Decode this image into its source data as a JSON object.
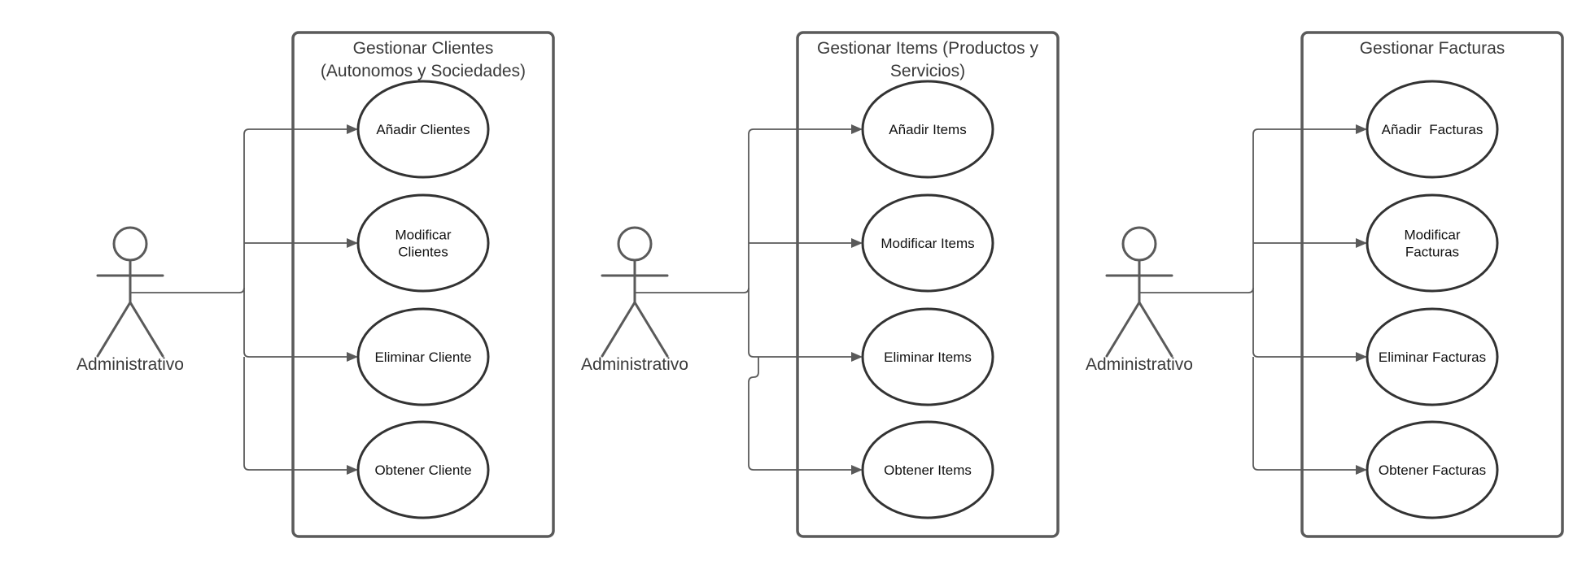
{
  "diagram": {
    "colors": {
      "line": "#5a5a5a",
      "ellipse_stroke": "#333333",
      "text": "#3a3a3a",
      "background": "#ffffff"
    },
    "panels": [
      {
        "title_lines": [
          "Gestionar Clientes",
          "(Autonomos y Sociedades)"
        ],
        "actor": "Administrativo",
        "use_cases": [
          {
            "lines": [
              "Añadir Clientes"
            ]
          },
          {
            "lines": [
              "Modificar",
              "Clientes"
            ]
          },
          {
            "lines": [
              "Eliminar Cliente"
            ]
          },
          {
            "lines": [
              "Obtener Cliente"
            ]
          }
        ]
      },
      {
        "title_lines": [
          "Gestionar Items (Productos y",
          "Servicios)"
        ],
        "actor": "Administrativo",
        "use_cases": [
          {
            "lines": [
              "Añadir Items"
            ]
          },
          {
            "lines": [
              "Modificar Items"
            ]
          },
          {
            "lines": [
              "Eliminar Items"
            ]
          },
          {
            "lines": [
              "Obtener Items"
            ]
          }
        ]
      },
      {
        "title_lines": [
          "Gestionar Facturas"
        ],
        "actor": "Administrativo",
        "use_cases": [
          {
            "lines": [
              "Añadir  Facturas"
            ]
          },
          {
            "lines": [
              "Modificar",
              "Facturas"
            ]
          },
          {
            "lines": [
              "Eliminar Facturas"
            ]
          },
          {
            "lines": [
              "Obtener Facturas"
            ]
          }
        ]
      }
    ]
  }
}
